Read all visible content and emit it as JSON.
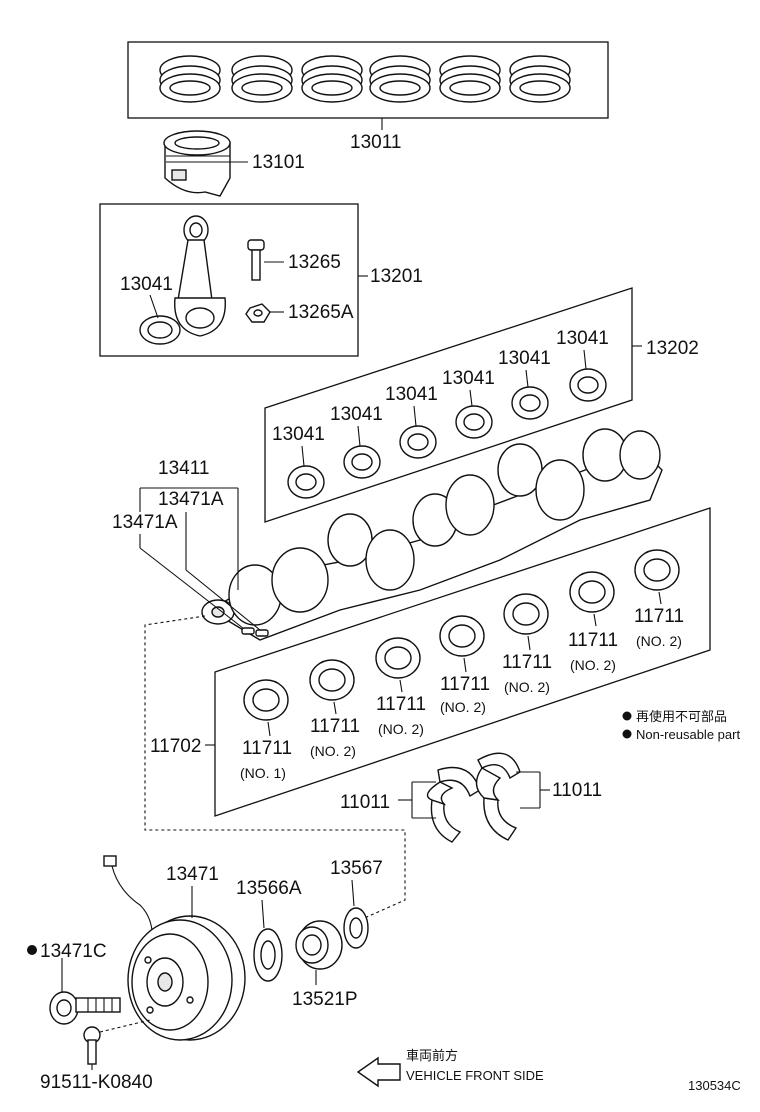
{
  "labels": {
    "p13011": "13011",
    "p13101": "13101",
    "p13201": "13201",
    "p13265": "13265",
    "p13265A": "13265A",
    "p13041_rod": "13041",
    "p13202": "13202",
    "p13041_a": "13041",
    "p13041_b": "13041",
    "p13041_c": "13041",
    "p13041_d": "13041",
    "p13041_e": "13041",
    "p13041_f": "13041",
    "p13411": "13411",
    "p13471A_a": "13471A",
    "p13471A_b": "13471A",
    "p11702": "11702",
    "p11711_a": "11711",
    "p11711_b": "11711",
    "p11711_c": "11711",
    "p11711_d": "11711",
    "p11711_e": "11711",
    "p11711_f": "11711",
    "p11711_g": "11711",
    "no1": "(NO. 1)",
    "no2_a": "(NO. 2)",
    "no2_b": "(NO. 2)",
    "no2_c": "(NO. 2)",
    "no2_d": "(NO. 2)",
    "no2_e": "(NO. 2)",
    "no2_f": "(NO. 2)",
    "p11011_a": "11011",
    "p11011_b": "11011",
    "p13471": "13471",
    "p13566A": "13566A",
    "p13567": "13567",
    "p13521P": "13521P",
    "p13471C": "13471C",
    "p91511": "91511-K0840"
  },
  "legend": {
    "jp": "再使用不可部品",
    "en": "Non-reusable part"
  },
  "direction": {
    "jp": "車両前方",
    "en": "VEHICLE FRONT SIDE"
  },
  "diagram_code": "130534C"
}
